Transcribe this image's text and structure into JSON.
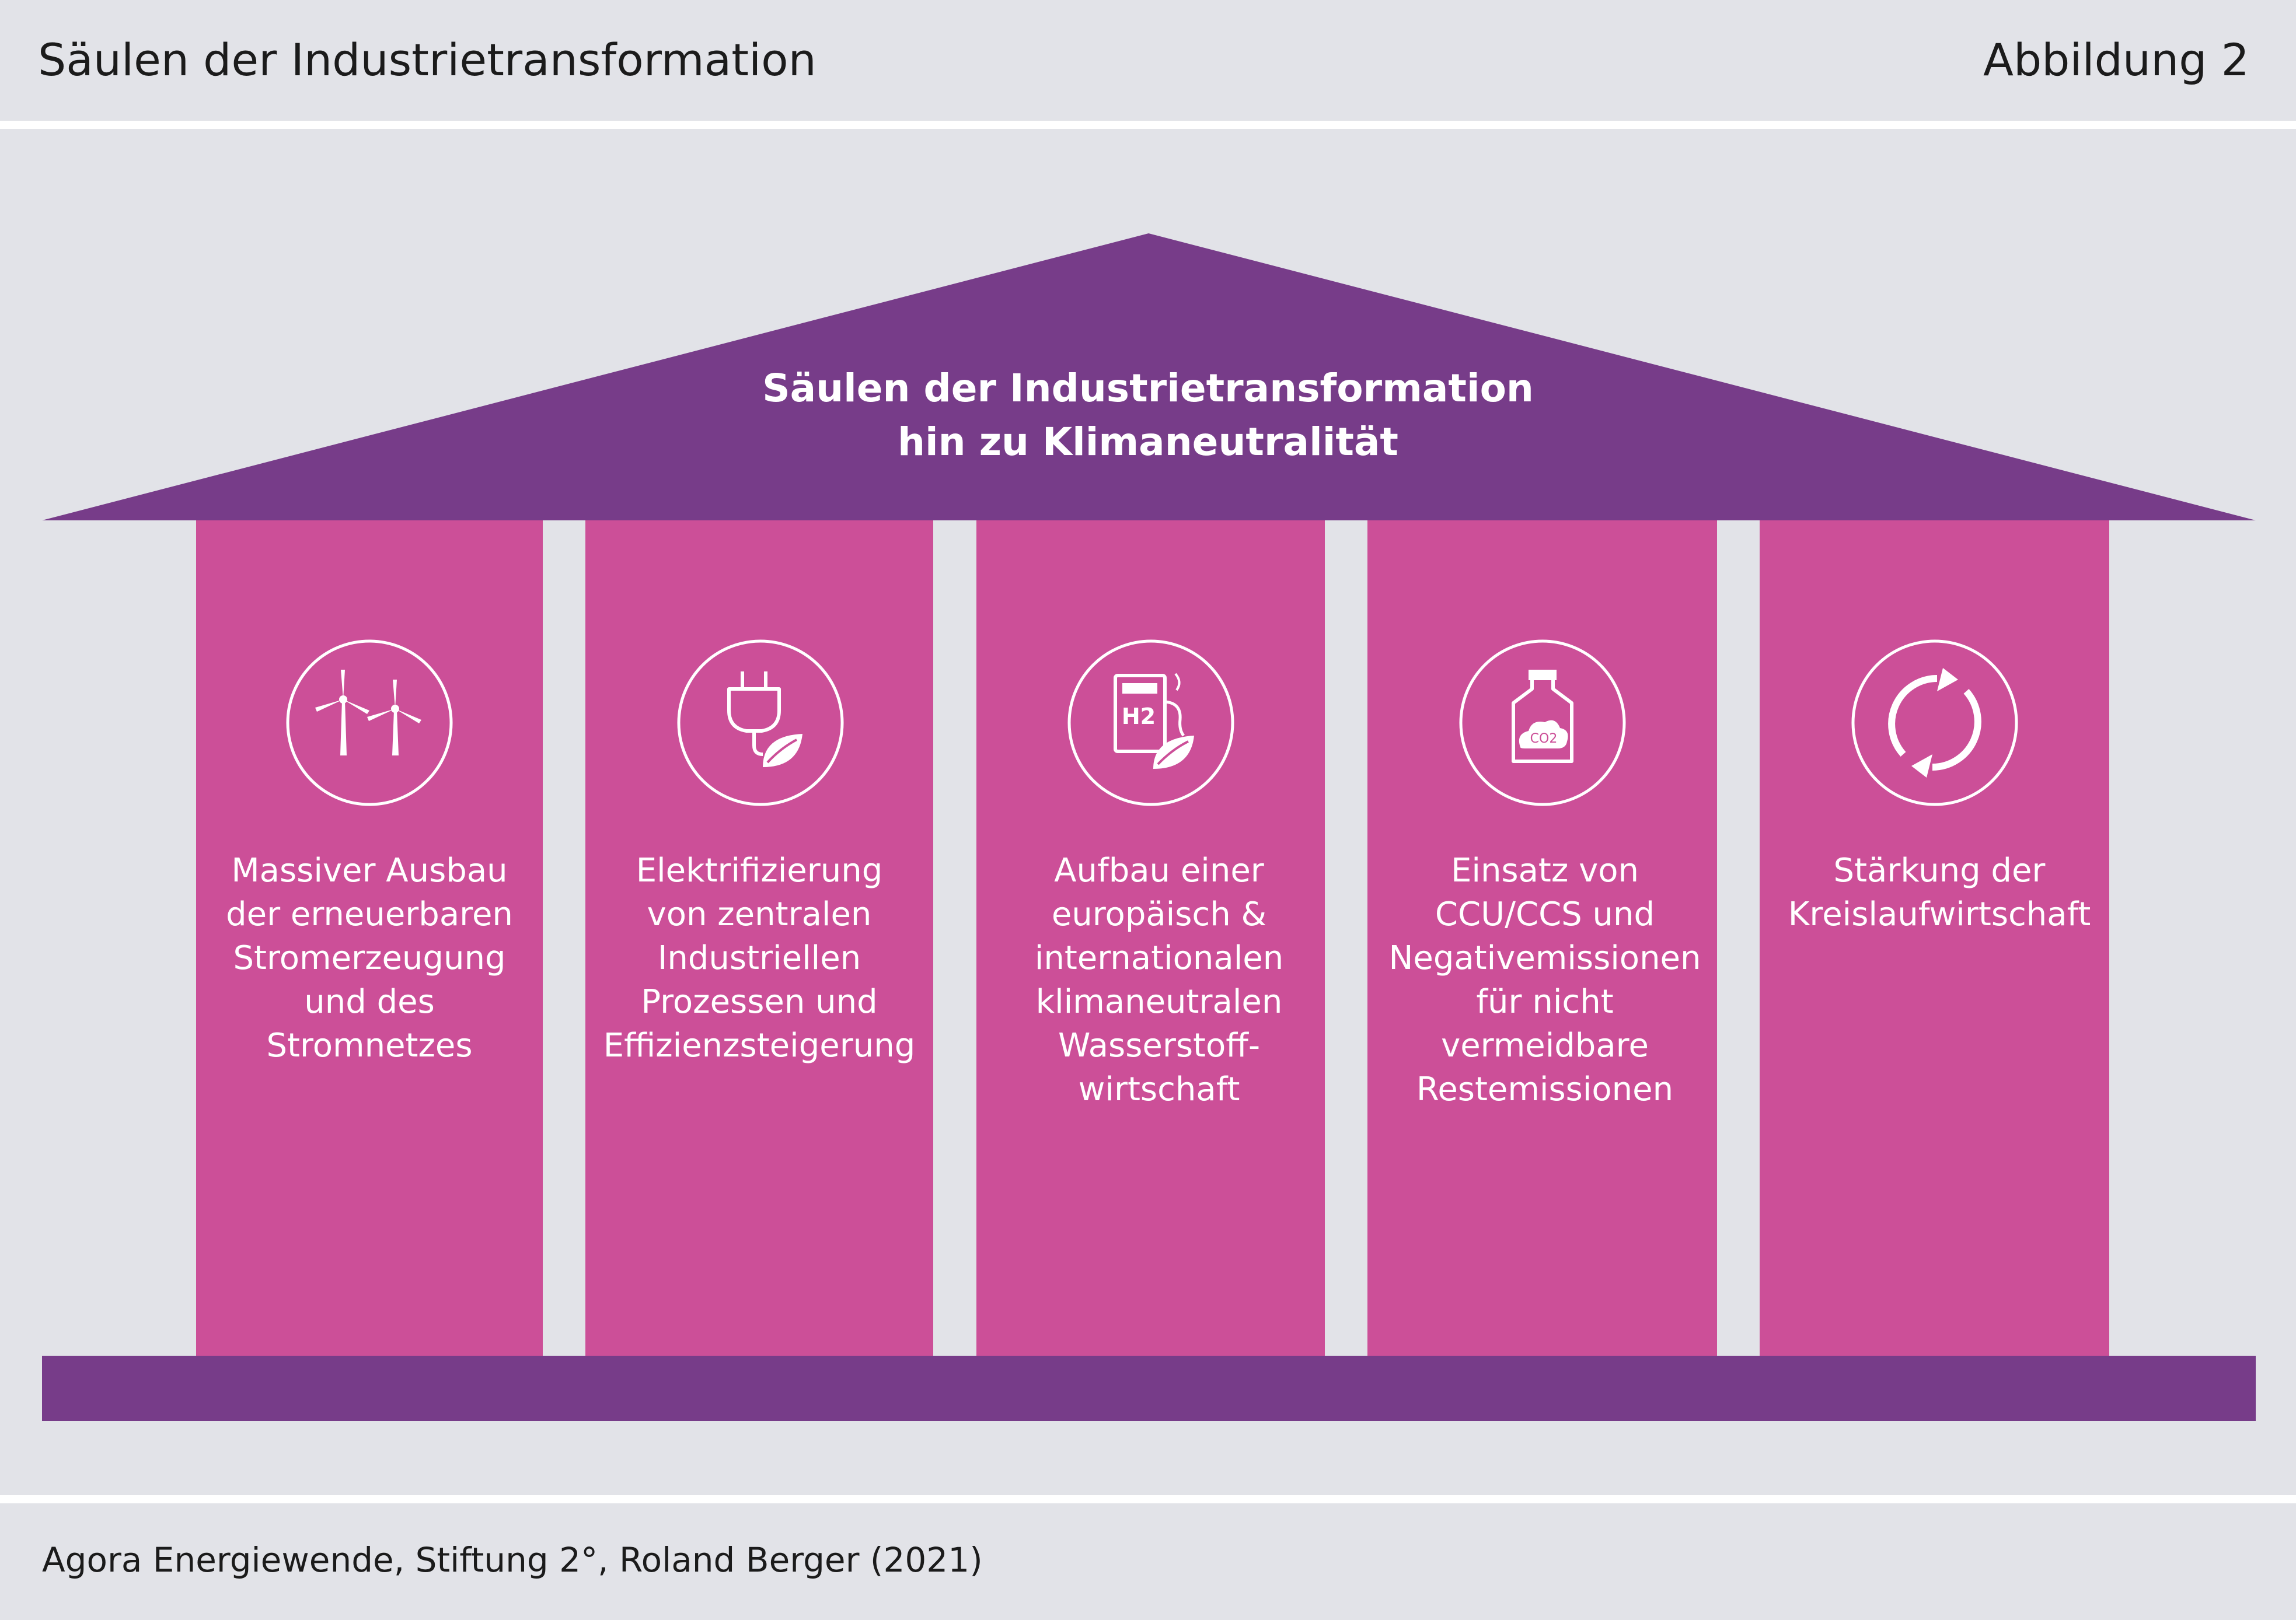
{
  "header": {
    "title": "Säulen der Industrietransformation",
    "figure_label": "Abbildung 2"
  },
  "roof": {
    "title_line1": "Säulen der Industrietransformation",
    "title_line2": "hin zu Klimaneutralität"
  },
  "pillars": [
    {
      "icon": "wind-turbine-icon",
      "lines": [
        "Massiver Ausbau",
        "der erneuerbaren",
        "Stromerzeugung",
        "und des",
        "Stromnetzes"
      ]
    },
    {
      "icon": "plug-leaf-icon",
      "lines": [
        "Elektrifizierung",
        "von zentralen",
        "Industriellen",
        "Prozessen und",
        "Effizienzsteigerung"
      ]
    },
    {
      "icon": "hydrogen-station-icon",
      "icon_label": "H2",
      "lines": [
        "Aufbau einer",
        "europäisch &",
        "internationalen",
        "klimaneutralen",
        "Wasserstoff-",
        "wirtschaft"
      ]
    },
    {
      "icon": "co2-bottle-icon",
      "icon_label": "CO2",
      "lines": [
        "Einsatz von",
        "CCU/CCS und",
        "Negativemissionen",
        "für nicht",
        "vermeidbare",
        "Restemissionen"
      ]
    },
    {
      "icon": "recycle-arrows-icon",
      "lines": [
        "Stärkung der",
        "Kreislaufwirtschaft"
      ]
    }
  ],
  "footer": {
    "source": "Agora Energiewende, Stiftung 2°, Roland Berger (2021)"
  },
  "colors": {
    "roof": "#773c89",
    "pillar": "#cc4f98",
    "base": "#773c89",
    "background": "#e2e3e8"
  }
}
